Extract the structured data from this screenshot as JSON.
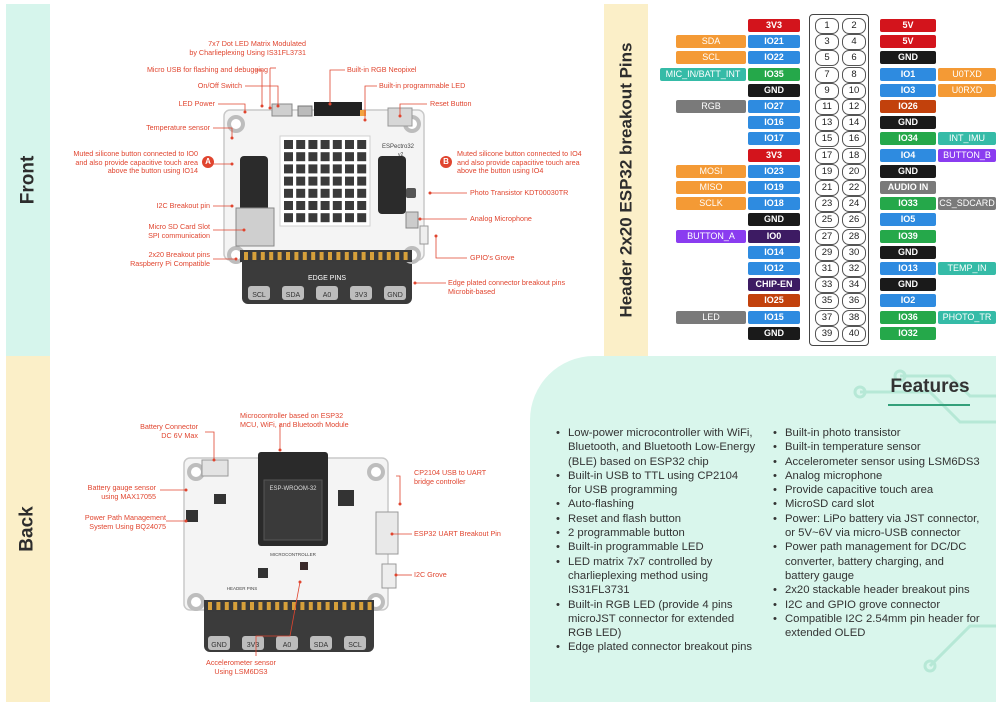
{
  "side_labels": {
    "front": "Front",
    "back": "Back"
  },
  "header_title": "Header 2x20 ESP32 breakout Pins",
  "features_title": "Features",
  "colors": {
    "strip_green": "#d6f5ec",
    "strip_yellow": "#fbefc8",
    "features_bg": "#d9f6ec",
    "annotation": "#e0452f",
    "red": "#d3141c",
    "blue": "#2e8be0",
    "black": "#1a1a1a",
    "green": "#25a84a",
    "orange": "#f49a35",
    "teal": "#35bba7",
    "purple": "#8a3cf0",
    "darkred": "#c2410c",
    "gray": "#7a7a7a",
    "darkpurple": "#3d1b63"
  },
  "front_annotations": {
    "matrix": "7x7 Dot LED Matrix Modulated\nby Charlieplexing Using IS31FL3731",
    "usb": "Micro USB for flashing and debugging",
    "onoff": "On/Off Switch",
    "ledpower": "LED Power",
    "tempsensor": "Temperature sensor",
    "btn_a": "Muted silicone button connected to IO0\nand also provide capacitive touch area\nabove the button using IO14",
    "i2c": "I2C Breakout pin",
    "sd": "Micro SD Card Slot\nSPI communication",
    "breakout": "2x20 Breakout pins\nRaspberry Pi Compatible",
    "neopixel": "Built-in RGB Neopixel",
    "progled": "Built-in programmable LED",
    "reset": "Reset Button",
    "btn_b": "Muted silicone button connected to IO4\nand also provide capacitive touch area\nabove the button using IO4",
    "photo": "Photo Transistor KDT00030TR",
    "mic": "Analog Microphone",
    "grove": "GPIO's Grove",
    "edge": "Edge plated connector breakout pins\nMicrobit-based"
  },
  "back_annotations": {
    "battery": "Battery Connector\nDC 6V Max",
    "mcu": "Microcontroller based on ESP32\nMCU, WiFi, and Bluetooth Module",
    "gauge": "Battery gauge sensor\nusing MAX17055",
    "cp2104": "CP2104 USB to UART\nbridge controller",
    "ppm": "Power Path Management\nSystem Using BQ24075",
    "uart": "ESP32 UART Breakout Pin",
    "i2cgrove": "I2C Grove",
    "accel": "Accelerometer sensor\nUsing LSM6DS3"
  },
  "board": {
    "btn_a_marker": "A",
    "btn_b_marker": "B",
    "edge_front": [
      "SCL",
      "SDA",
      "A0",
      "3V3",
      "GND"
    ],
    "edge_middle": "EDGE PINS",
    "edge_back": [
      "GND",
      "3V3",
      "A0",
      "SDA",
      "SCL"
    ],
    "esp_label": "ESP-WROOM-32",
    "brand": "ESPectro32",
    "version": "v2",
    "header_pins_label": "HEADER\nPINS",
    "micro_label": "MICROCONTROLLER"
  },
  "pins": [
    {
      "l": 1,
      "r": 2,
      "left": [
        {
          "t": "3V3",
          "c": "red"
        }
      ],
      "right": [
        {
          "t": "5V",
          "c": "red"
        }
      ]
    },
    {
      "l": 3,
      "r": 4,
      "left": [
        {
          "t": "SDA",
          "c": "orange"
        },
        {
          "t": "IO21",
          "c": "blue"
        }
      ],
      "right": [
        {
          "t": "5V",
          "c": "red"
        }
      ]
    },
    {
      "l": 5,
      "r": 6,
      "left": [
        {
          "t": "SCL",
          "c": "orange"
        },
        {
          "t": "IO22",
          "c": "blue"
        }
      ],
      "right": [
        {
          "t": "GND",
          "c": "black"
        }
      ]
    },
    {
      "l": 7,
      "r": 8,
      "left": [
        {
          "t": "MIC_IN/BATT_INT",
          "c": "teal"
        },
        {
          "t": "IO35",
          "c": "green"
        }
      ],
      "right": [
        {
          "t": "IO1",
          "c": "blue"
        },
        {
          "t": "U0TXD",
          "c": "orange"
        }
      ]
    },
    {
      "l": 9,
      "r": 10,
      "left": [
        {
          "t": "GND",
          "c": "black"
        }
      ],
      "right": [
        {
          "t": "IO3",
          "c": "blue"
        },
        {
          "t": "U0RXD",
          "c": "orange"
        }
      ]
    },
    {
      "l": 11,
      "r": 12,
      "left": [
        {
          "t": "RGB",
          "c": "gray"
        },
        {
          "t": "IO27",
          "c": "blue"
        }
      ],
      "right": [
        {
          "t": "IO26",
          "c": "darkred"
        }
      ]
    },
    {
      "l": 13,
      "r": 14,
      "left": [
        {
          "t": "IO16",
          "c": "blue"
        }
      ],
      "right": [
        {
          "t": "GND",
          "c": "black"
        }
      ]
    },
    {
      "l": 15,
      "r": 16,
      "left": [
        {
          "t": "IO17",
          "c": "blue"
        }
      ],
      "right": [
        {
          "t": "IO34",
          "c": "green"
        },
        {
          "t": "INT_IMU",
          "c": "teal"
        }
      ]
    },
    {
      "l": 17,
      "r": 18,
      "left": [
        {
          "t": "3V3",
          "c": "red"
        }
      ],
      "right": [
        {
          "t": "IO4",
          "c": "blue"
        },
        {
          "t": "BUTTON_B",
          "c": "purple"
        }
      ]
    },
    {
      "l": 19,
      "r": 20,
      "left": [
        {
          "t": "MOSI",
          "c": "orange"
        },
        {
          "t": "IO23",
          "c": "blue"
        }
      ],
      "right": [
        {
          "t": "GND",
          "c": "black"
        }
      ]
    },
    {
      "l": 21,
      "r": 22,
      "left": [
        {
          "t": "MISO",
          "c": "orange"
        },
        {
          "t": "IO19",
          "c": "blue"
        }
      ],
      "right": [
        {
          "t": "AUDIO IN",
          "c": "gray"
        }
      ]
    },
    {
      "l": 23,
      "r": 24,
      "left": [
        {
          "t": "SCLK",
          "c": "orange"
        },
        {
          "t": "IO18",
          "c": "blue"
        }
      ],
      "right": [
        {
          "t": "IO33",
          "c": "green"
        },
        {
          "t": "CS_SDCARD",
          "c": "gray"
        }
      ]
    },
    {
      "l": 25,
      "r": 26,
      "left": [
        {
          "t": "GND",
          "c": "black"
        }
      ],
      "right": [
        {
          "t": "IO5",
          "c": "blue"
        }
      ]
    },
    {
      "l": 27,
      "r": 28,
      "left": [
        {
          "t": "BUTTON_A",
          "c": "purple"
        },
        {
          "t": "IO0",
          "c": "darkpurple"
        }
      ],
      "right": [
        {
          "t": "IO39",
          "c": "green"
        }
      ]
    },
    {
      "l": 29,
      "r": 30,
      "left": [
        {
          "t": "IO14",
          "c": "blue"
        }
      ],
      "right": [
        {
          "t": "GND",
          "c": "black"
        }
      ]
    },
    {
      "l": 31,
      "r": 32,
      "left": [
        {
          "t": "IO12",
          "c": "blue"
        }
      ],
      "right": [
        {
          "t": "IO13",
          "c": "blue"
        },
        {
          "t": "TEMP_IN",
          "c": "teal"
        }
      ]
    },
    {
      "l": 33,
      "r": 34,
      "left": [
        {
          "t": "CHIP-EN",
          "c": "darkpurple"
        }
      ],
      "right": [
        {
          "t": "GND",
          "c": "black"
        }
      ]
    },
    {
      "l": 35,
      "r": 36,
      "left": [
        {
          "t": "IO25",
          "c": "darkred"
        }
      ],
      "right": [
        {
          "t": "IO2",
          "c": "blue"
        }
      ]
    },
    {
      "l": 37,
      "r": 38,
      "left": [
        {
          "t": "LED",
          "c": "gray"
        },
        {
          "t": "IO15",
          "c": "blue"
        }
      ],
      "right": [
        {
          "t": "IO36",
          "c": "green"
        },
        {
          "t": "PHOTO_TR",
          "c": "teal"
        }
      ]
    },
    {
      "l": 39,
      "r": 40,
      "left": [
        {
          "t": "GND",
          "c": "black"
        }
      ],
      "right": [
        {
          "t": "IO32",
          "c": "green"
        }
      ]
    }
  ],
  "features_left": [
    "Low-power microcontroller with WiFi,\nBluetooth, and  Bluetooth Low-Energy\n(BLE) based on ESP32 chip",
    "Built-in USB to TTL using CP2104\nfor USB programming",
    "Auto-flashing",
    "Reset and flash button",
    "2 programmable button",
    "Built-in programmable LED",
    "LED matrix 7x7 controlled by\ncharlieplexing method using\nIS31FL3731",
    "Built-in RGB LED (provide 4 pins\nmicroJST connector for extended\nRGB LED)",
    "Edge plated connector breakout pins"
  ],
  "features_right": [
    "Built-in photo transistor",
    "Built-in temperature sensor",
    "Accelerometer sensor using LSM6DS3",
    "Analog microphone",
    "Provide capacitive touch area",
    "MicroSD card slot",
    "Power: LiPo battery via JST connector,\nor 5V~6V via micro-USB connector",
    "Power path management for DC/DC\nconverter, battery charging, and\nbattery gauge",
    "2x20 stackable header breakout pins",
    "I2C and GPIO grove connector",
    "Compatible I2C 2.54mm pin header for\nextended OLED"
  ]
}
